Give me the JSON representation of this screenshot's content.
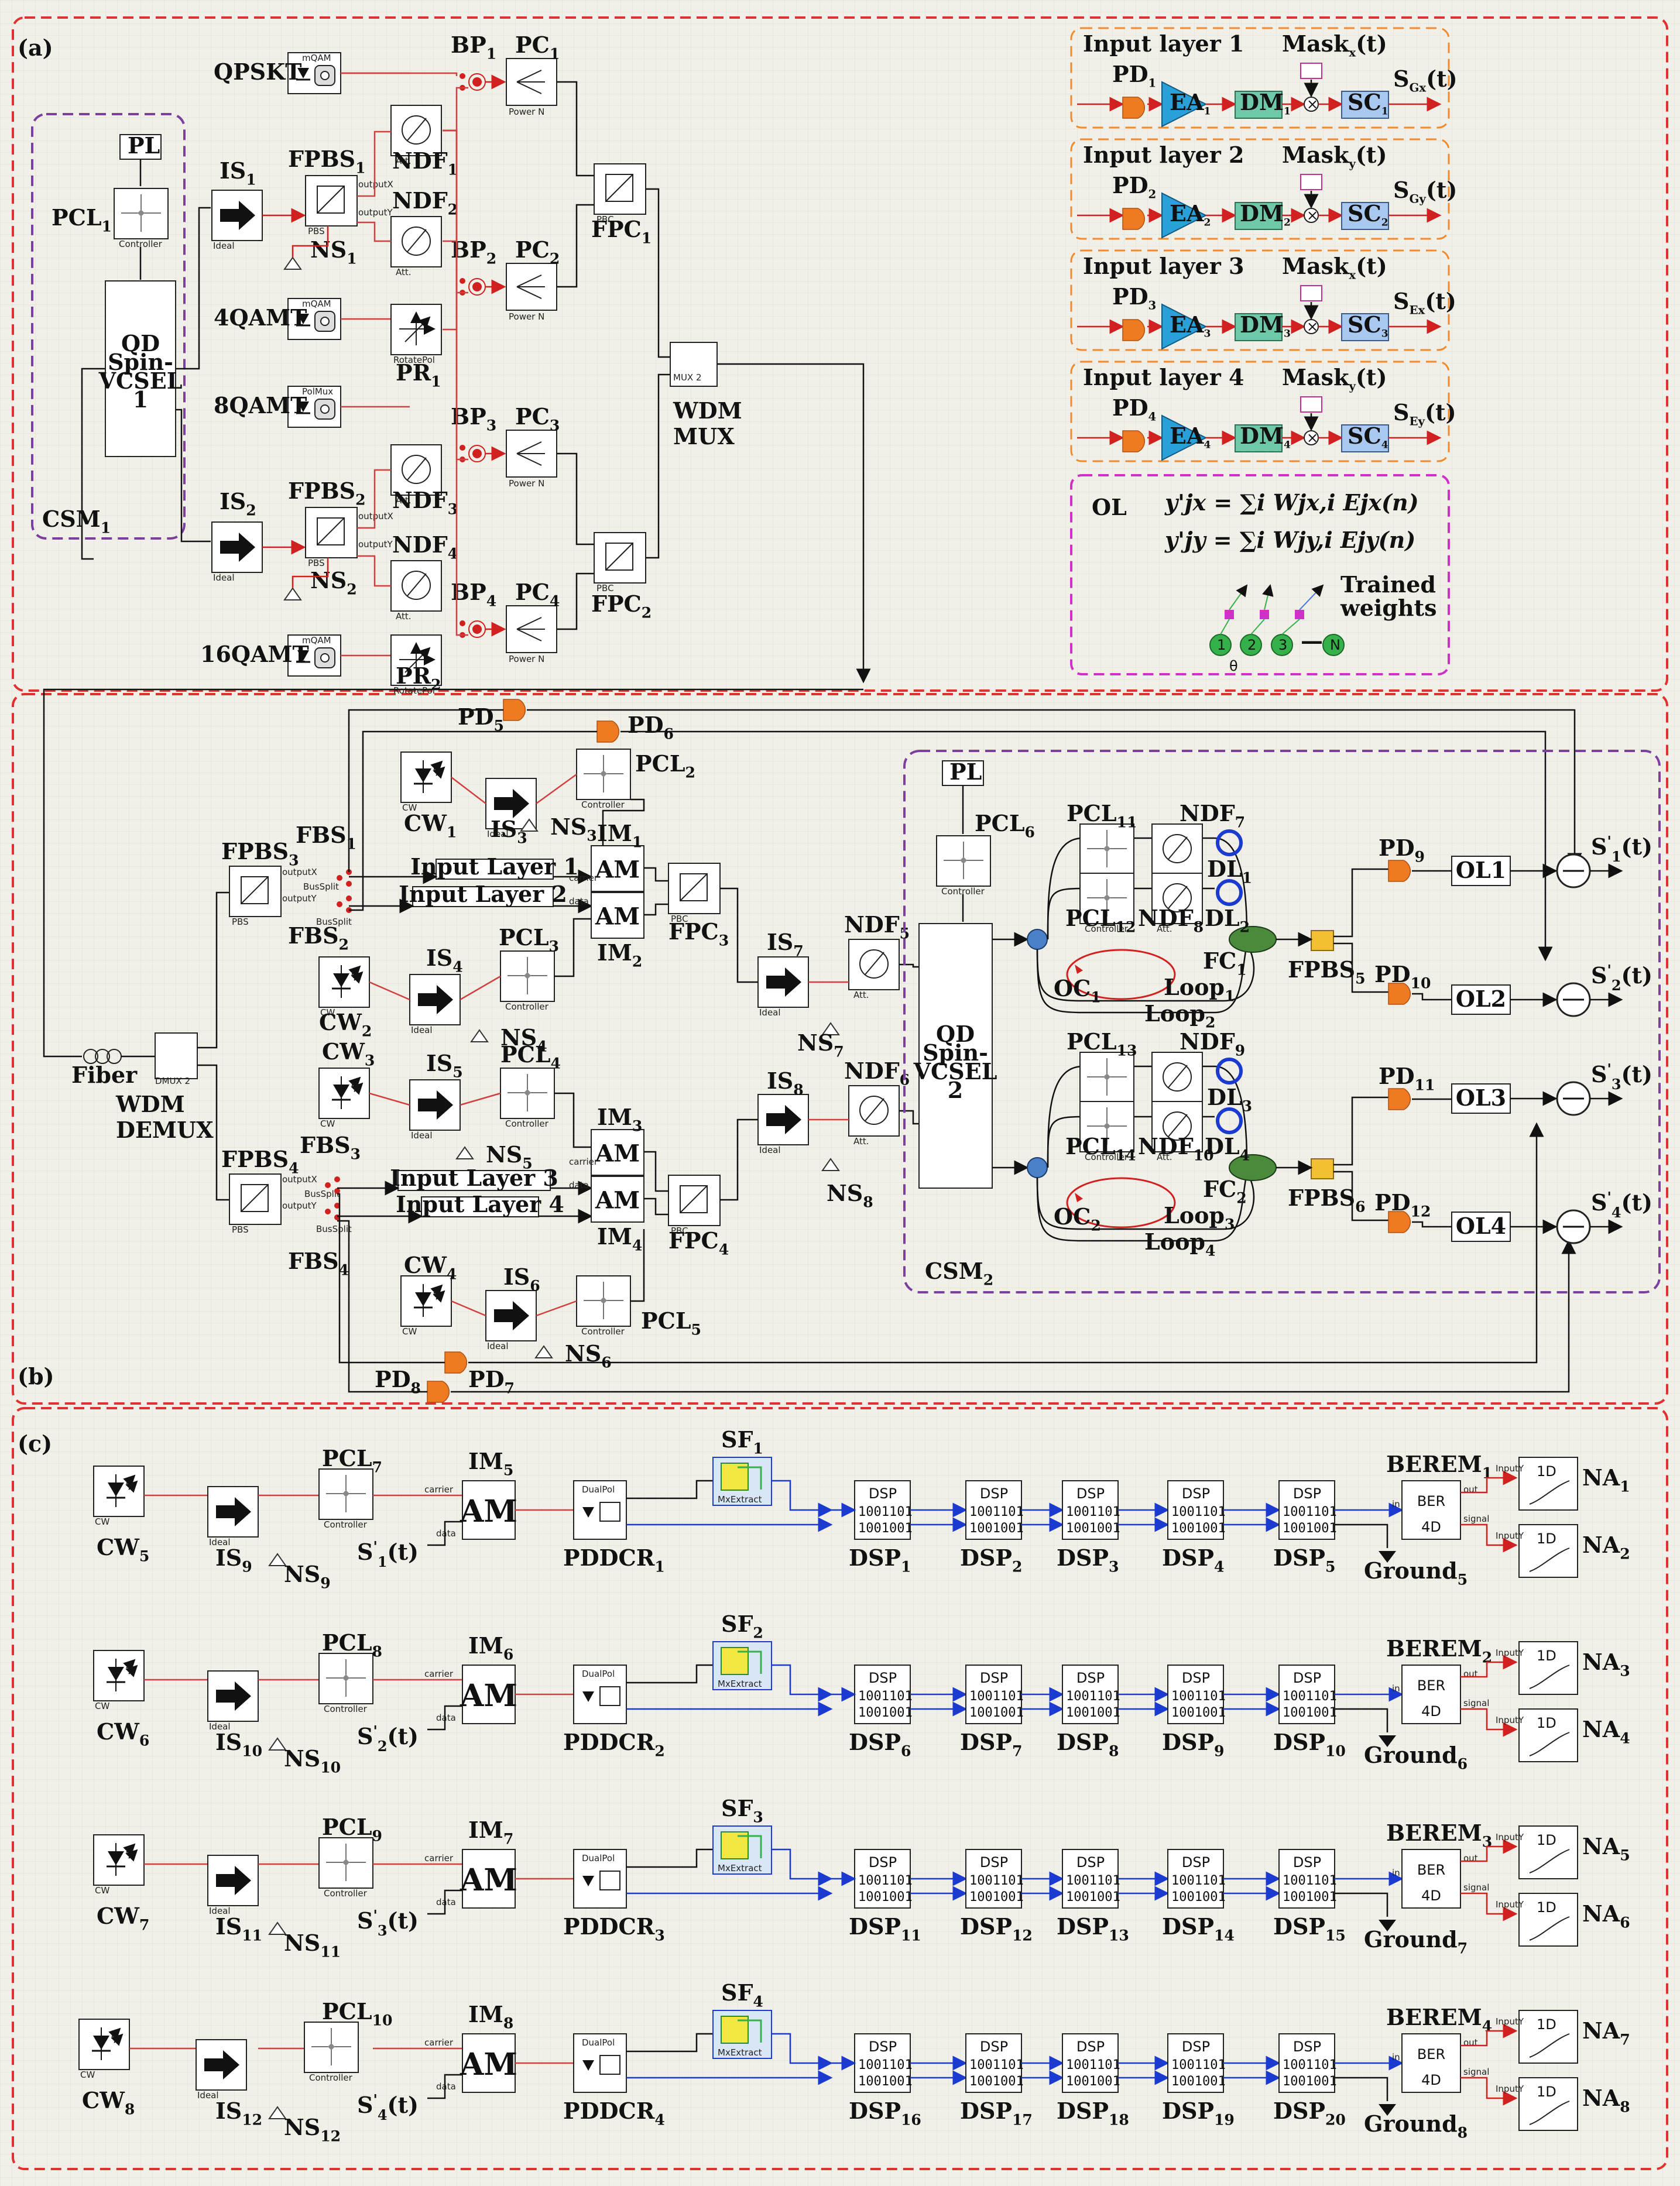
{
  "colors": {
    "background": "#f0efe8",
    "panel_border": "#e03030",
    "csm_border": "#7b3fa0",
    "input_layer_border": "#f08a2c",
    "ol_border": "#d030c8",
    "grid": "#dddcd2"
  },
  "panels": {
    "a": "(a)",
    "b": "(b)",
    "c": "(c)"
  },
  "panel_a": {
    "csm": {
      "label": "CSM",
      "sub": "1"
    },
    "pl": "PL",
    "pcl": {
      "label": "PCL",
      "sub": "1"
    },
    "vcsel": [
      "QD",
      "Spin-",
      "VCSEL",
      "1"
    ],
    "transmitters": [
      {
        "label": "QPSKT",
        "icon_text": "mQAM"
      },
      {
        "label": "4QAMT",
        "icon_text": "mQAM"
      },
      {
        "label": "8QAMT",
        "icon_text": "PolMux"
      },
      {
        "label": "16QAMT",
        "icon_text": "mQAM"
      }
    ],
    "isolators": [
      {
        "label": "IS",
        "sub": "1",
        "icon_text": "Ideal"
      },
      {
        "label": "IS",
        "sub": "2",
        "icon_text": "Ideal"
      }
    ],
    "splitters": [
      {
        "label": "FPBS",
        "sub": "1"
      },
      {
        "label": "FPBS",
        "sub": "2"
      }
    ],
    "noise": [
      {
        "label": "NS",
        "sub": "1"
      },
      {
        "label": "NS",
        "sub": "2"
      }
    ],
    "filters": [
      {
        "label": "NDF",
        "sub": "1"
      },
      {
        "label": "NDF",
        "sub": "2"
      },
      {
        "label": "NDF",
        "sub": "3"
      },
      {
        "label": "NDF",
        "sub": "4"
      }
    ],
    "rotators": [
      {
        "label": "PR",
        "sub": "1"
      },
      {
        "label": "PR",
        "sub": "2"
      }
    ],
    "bp": [
      {
        "label": "BP",
        "sub": "1"
      },
      {
        "label": "BP",
        "sub": "2"
      },
      {
        "label": "BP",
        "sub": "3"
      },
      {
        "label": "BP",
        "sub": "4"
      }
    ],
    "pc": [
      {
        "label": "PC",
        "sub": "1"
      },
      {
        "label": "PC",
        "sub": "2"
      },
      {
        "label": "PC",
        "sub": "3"
      },
      {
        "label": "PC",
        "sub": "4"
      }
    ],
    "fpc": [
      {
        "label": "FPC",
        "sub": "1"
      },
      {
        "label": "FPC",
        "sub": "2"
      }
    ],
    "mux": [
      "WDM",
      "MUX"
    ],
    "port_labels": [
      "outputX",
      "outputY",
      "PBS",
      "Att.",
      "RotatePol",
      "Power N",
      "PBC",
      "MUX 2"
    ],
    "input_layers": [
      {
        "title": "Input layer 1",
        "pd": "PD",
        "pd_sub": "1",
        "ea": "EA",
        "ea_sub": "1",
        "dm": "DM",
        "dm_sub": "1",
        "mask": "Mask",
        "mask_sub": "x",
        "mask_t": "(t)",
        "sc": "SC",
        "sc_sub": "1",
        "out": "S",
        "out_sub": "Gx",
        "out_t": "(t)"
      },
      {
        "title": "Input layer 2",
        "pd": "PD",
        "pd_sub": "2",
        "ea": "EA",
        "ea_sub": "2",
        "dm": "DM",
        "dm_sub": "2",
        "mask": "Mask",
        "mask_sub": "y",
        "mask_t": "(t)",
        "sc": "SC",
        "sc_sub": "2",
        "out": "S",
        "out_sub": "Gy",
        "out_t": "(t)"
      },
      {
        "title": "Input layer 3",
        "pd": "PD",
        "pd_sub": "3",
        "ea": "EA",
        "ea_sub": "3",
        "dm": "DM",
        "dm_sub": "3",
        "mask": "Mask",
        "mask_sub": "x",
        "mask_t": "(t)",
        "sc": "SC",
        "sc_sub": "3",
        "out": "S",
        "out_sub": "Ex",
        "out_t": "(t)"
      },
      {
        "title": "Input layer 4",
        "pd": "PD",
        "pd_sub": "4",
        "ea": "EA",
        "ea_sub": "4",
        "dm": "DM",
        "dm_sub": "4",
        "mask": "Mask",
        "mask_sub": "y",
        "mask_t": "(t)",
        "sc": "SC",
        "sc_sub": "4",
        "out": "S",
        "out_sub": "Ey",
        "out_t": "(t)"
      }
    ],
    "ol": {
      "title": "OL",
      "eq1": "y'jx = ∑i Wjx,i Ejx(n)",
      "eq2": "y'jy = ∑i Wjy,i Ejy(n)",
      "trained": [
        "Trained",
        "weights"
      ],
      "nodes": [
        "1",
        "2",
        "3",
        "N"
      ],
      "dash": "—",
      "theta": "θ"
    }
  },
  "panel_b": {
    "fiber": "Fiber",
    "demux": [
      "WDM",
      "DEMUX"
    ],
    "demux_icon": "DMUX 2",
    "fpbs": [
      {
        "label": "FPBS",
        "sub": "3"
      },
      {
        "label": "FPBS",
        "sub": "4"
      }
    ],
    "fbs": [
      {
        "label": "FBS",
        "sub": "1"
      },
      {
        "label": "FBS",
        "sub": "2"
      },
      {
        "label": "FBS",
        "sub": "3"
      },
      {
        "label": "FBS",
        "sub": "4"
      }
    ],
    "input_layer_boxes": [
      "Input Layer 1",
      "Input Layer 2",
      "Input Layer 3",
      "Input Layer 4"
    ],
    "cw": [
      {
        "label": "CW",
        "sub": "1"
      },
      {
        "label": "CW",
        "sub": "2"
      },
      {
        "label": "CW",
        "sub": "3"
      },
      {
        "label": "CW",
        "sub": "4"
      }
    ],
    "is": [
      {
        "label": "IS",
        "sub": "3"
      },
      {
        "label": "IS",
        "sub": "4"
      },
      {
        "label": "IS",
        "sub": "5"
      },
      {
        "label": "IS",
        "sub": "6"
      },
      {
        "label": "IS",
        "sub": "7"
      },
      {
        "label": "IS",
        "sub": "8"
      }
    ],
    "ns": [
      {
        "label": "NS",
        "sub": "3"
      },
      {
        "label": "NS",
        "sub": "4"
      },
      {
        "label": "NS",
        "sub": "5"
      },
      {
        "label": "NS",
        "sub": "6"
      },
      {
        "label": "NS",
        "sub": "7"
      },
      {
        "label": "NS",
        "sub": "8"
      }
    ],
    "pcl": [
      {
        "label": "PCL",
        "sub": "2"
      },
      {
        "label": "PCL",
        "sub": "3"
      },
      {
        "label": "PCL",
        "sub": "4"
      },
      {
        "label": "PCL",
        "sub": "5"
      },
      {
        "label": "PCL",
        "sub": "6"
      }
    ],
    "im": [
      {
        "label": "IM",
        "sub": "1"
      },
      {
        "label": "IM",
        "sub": "2"
      },
      {
        "label": "IM",
        "sub": "3"
      },
      {
        "label": "IM",
        "sub": "4"
      }
    ],
    "fpc": [
      {
        "label": "FPC",
        "sub": "3"
      },
      {
        "label": "FPC",
        "sub": "4"
      }
    ],
    "ndf": [
      {
        "label": "NDF",
        "sub": "5"
      },
      {
        "label": "NDF",
        "sub": "6"
      },
      {
        "label": "NDF",
        "sub": "7"
      },
      {
        "label": "NDF",
        "sub": "8"
      },
      {
        "label": "NDF",
        "sub": "9"
      },
      {
        "label": "NDF",
        "sub": "10"
      }
    ],
    "pd": [
      {
        "label": "PD",
        "sub": "5"
      },
      {
        "label": "PD",
        "sub": "6"
      },
      {
        "label": "PD",
        "sub": "7"
      },
      {
        "label": "PD",
        "sub": "8"
      },
      {
        "label": "PD",
        "sub": "9"
      },
      {
        "label": "PD",
        "sub": "10"
      },
      {
        "label": "PD",
        "sub": "11"
      },
      {
        "label": "PD",
        "sub": "12"
      }
    ],
    "csm": {
      "label": "CSM",
      "sub": "2"
    },
    "pl": "PL",
    "vcsel": [
      "QD",
      "Spin-",
      "VCSEL",
      "2"
    ],
    "pcl_inner": [
      {
        "label": "PCL",
        "sub": "11"
      },
      {
        "label": "PCL",
        "sub": "12"
      },
      {
        "label": "PCL",
        "sub": "13"
      },
      {
        "label": "PCL",
        "sub": "14"
      }
    ],
    "dl": [
      {
        "label": "DL",
        "sub": "1"
      },
      {
        "label": "DL",
        "sub": "2"
      },
      {
        "label": "DL",
        "sub": "3"
      },
      {
        "label": "DL",
        "sub": "4"
      }
    ],
    "oc": [
      {
        "label": "OC",
        "sub": "1"
      },
      {
        "label": "OC",
        "sub": "2"
      }
    ],
    "loop": [
      {
        "label": "Loop",
        "sub": "1"
      },
      {
        "label": "Loop",
        "sub": "2"
      },
      {
        "label": "Loop",
        "sub": "3"
      },
      {
        "label": "Loop",
        "sub": "4"
      }
    ],
    "fc": [
      {
        "label": "FC",
        "sub": "1"
      },
      {
        "label": "FC",
        "sub": "2"
      }
    ],
    "fpbs_out": [
      {
        "label": "FPBS",
        "sub": "5"
      },
      {
        "label": "FPBS",
        "sub": "6"
      }
    ],
    "ol": [
      "OL1",
      "OL2",
      "OL3",
      "OL4"
    ],
    "outputs": [
      {
        "label": "S",
        "sub": "1",
        "t": "(t)"
      },
      {
        "label": "S",
        "sub": "2",
        "t": "(t)"
      },
      {
        "label": "S",
        "sub": "3",
        "t": "(t)"
      },
      {
        "label": "S",
        "sub": "4",
        "t": "(t)"
      }
    ],
    "port_labels": [
      "outputX",
      "outputY",
      "BusSplit",
      "carrier",
      "data",
      "Controller",
      "CW",
      "Ideal",
      "PBC",
      "PBS",
      "Att."
    ]
  },
  "panel_c": {
    "rows": [
      {
        "cw": "CW",
        "cw_sub": "5",
        "is": "IS",
        "is_sub": "9",
        "ns": "NS",
        "ns_sub": "9",
        "pcl": "PCL",
        "pcl_sub": "7",
        "im": "IM",
        "im_sub": "5",
        "s": "S",
        "s_sub": "1",
        "s_t": "(t)",
        "pddcr": "PDDCR",
        "pddcr_sub": "1",
        "sf": "SF",
        "sf_sub": "1",
        "dsp": [
          [
            "DSP",
            "1"
          ],
          [
            "DSP",
            "2"
          ],
          [
            "DSP",
            "3"
          ],
          [
            "DSP",
            "4"
          ],
          [
            "DSP",
            "5"
          ]
        ],
        "berem": "BEREM",
        "berem_sub": "1",
        "ground": "Ground",
        "ground_sub": "5",
        "na": [
          [
            "NA",
            "1"
          ],
          [
            "NA",
            "2"
          ]
        ]
      },
      {
        "cw": "CW",
        "cw_sub": "6",
        "is": "IS",
        "is_sub": "10",
        "ns": "NS",
        "ns_sub": "10",
        "pcl": "PCL",
        "pcl_sub": "8",
        "im": "IM",
        "im_sub": "6",
        "s": "S",
        "s_sub": "2",
        "s_t": "(t)",
        "pddcr": "PDDCR",
        "pddcr_sub": "2",
        "sf": "SF",
        "sf_sub": "2",
        "dsp": [
          [
            "DSP",
            "6"
          ],
          [
            "DSP",
            "7"
          ],
          [
            "DSP",
            "8"
          ],
          [
            "DSP",
            "9"
          ],
          [
            "DSP",
            "10"
          ]
        ],
        "berem": "BEREM",
        "berem_sub": "2",
        "ground": "Ground",
        "ground_sub": "6",
        "na": [
          [
            "NA",
            "3"
          ],
          [
            "NA",
            "4"
          ]
        ]
      },
      {
        "cw": "CW",
        "cw_sub": "7",
        "is": "IS",
        "is_sub": "11",
        "ns": "NS",
        "ns_sub": "11",
        "pcl": "PCL",
        "pcl_sub": "9",
        "im": "IM",
        "im_sub": "7",
        "s": "S",
        "s_sub": "3",
        "s_t": "(t)",
        "pddcr": "PDDCR",
        "pddcr_sub": "3",
        "sf": "SF",
        "sf_sub": "3",
        "dsp": [
          [
            "DSP",
            "11"
          ],
          [
            "DSP",
            "12"
          ],
          [
            "DSP",
            "13"
          ],
          [
            "DSP",
            "14"
          ],
          [
            "DSP",
            "15"
          ]
        ],
        "berem": "BEREM",
        "berem_sub": "3",
        "ground": "Ground",
        "ground_sub": "7",
        "na": [
          [
            "NA",
            "5"
          ],
          [
            "NA",
            "6"
          ]
        ]
      },
      {
        "cw": "CW",
        "cw_sub": "8",
        "is": "IS",
        "is_sub": "12",
        "ns": "NS",
        "ns_sub": "12",
        "pcl": "PCL",
        "pcl_sub": "10",
        "im": "IM",
        "im_sub": "8",
        "s": "S",
        "s_sub": "4",
        "s_t": "(t)",
        "pddcr": "PDDCR",
        "pddcr_sub": "4",
        "sf": "SF",
        "sf_sub": "4",
        "dsp": [
          [
            "DSP",
            "16"
          ],
          [
            "DSP",
            "17"
          ],
          [
            "DSP",
            "18"
          ],
          [
            "DSP",
            "19"
          ],
          [
            "DSP",
            "20"
          ]
        ],
        "berem": "BEREM",
        "berem_sub": "4",
        "ground": "Ground",
        "ground_sub": "8",
        "na": [
          [
            "NA",
            "7"
          ],
          [
            "NA",
            "8"
          ]
        ]
      }
    ],
    "icon_text": {
      "dsp": "DSP",
      "bits": "1001101",
      "bits2": "1001001",
      "ber": "BER",
      "ber2": "4D",
      "dualpol": "DualPol",
      "mxextract": "MxExtract",
      "one_d": "1D",
      "carrier": "carrier",
      "data": "data",
      "controller": "Controller",
      "ideal": "Ideal",
      "cw": "CW",
      "inputy": "InputY",
      "in": "in",
      "out": "out",
      "signal": "signal"
    }
  }
}
